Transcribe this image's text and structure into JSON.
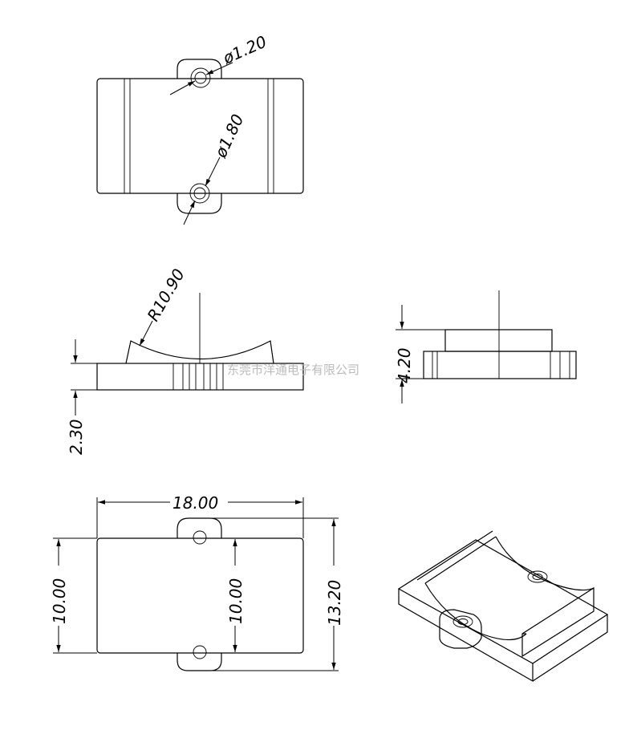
{
  "dimensions": {
    "hole_small": "ø1.20",
    "hole_large": "ø1.80",
    "radius": "R10.90",
    "thickness": "2.30",
    "height": "4.20",
    "length": "18.00",
    "width_left": "10.00",
    "width_inner": "10.00",
    "width_total": "13.20"
  },
  "watermark": "东莞市洋通电子有限公司"
}
